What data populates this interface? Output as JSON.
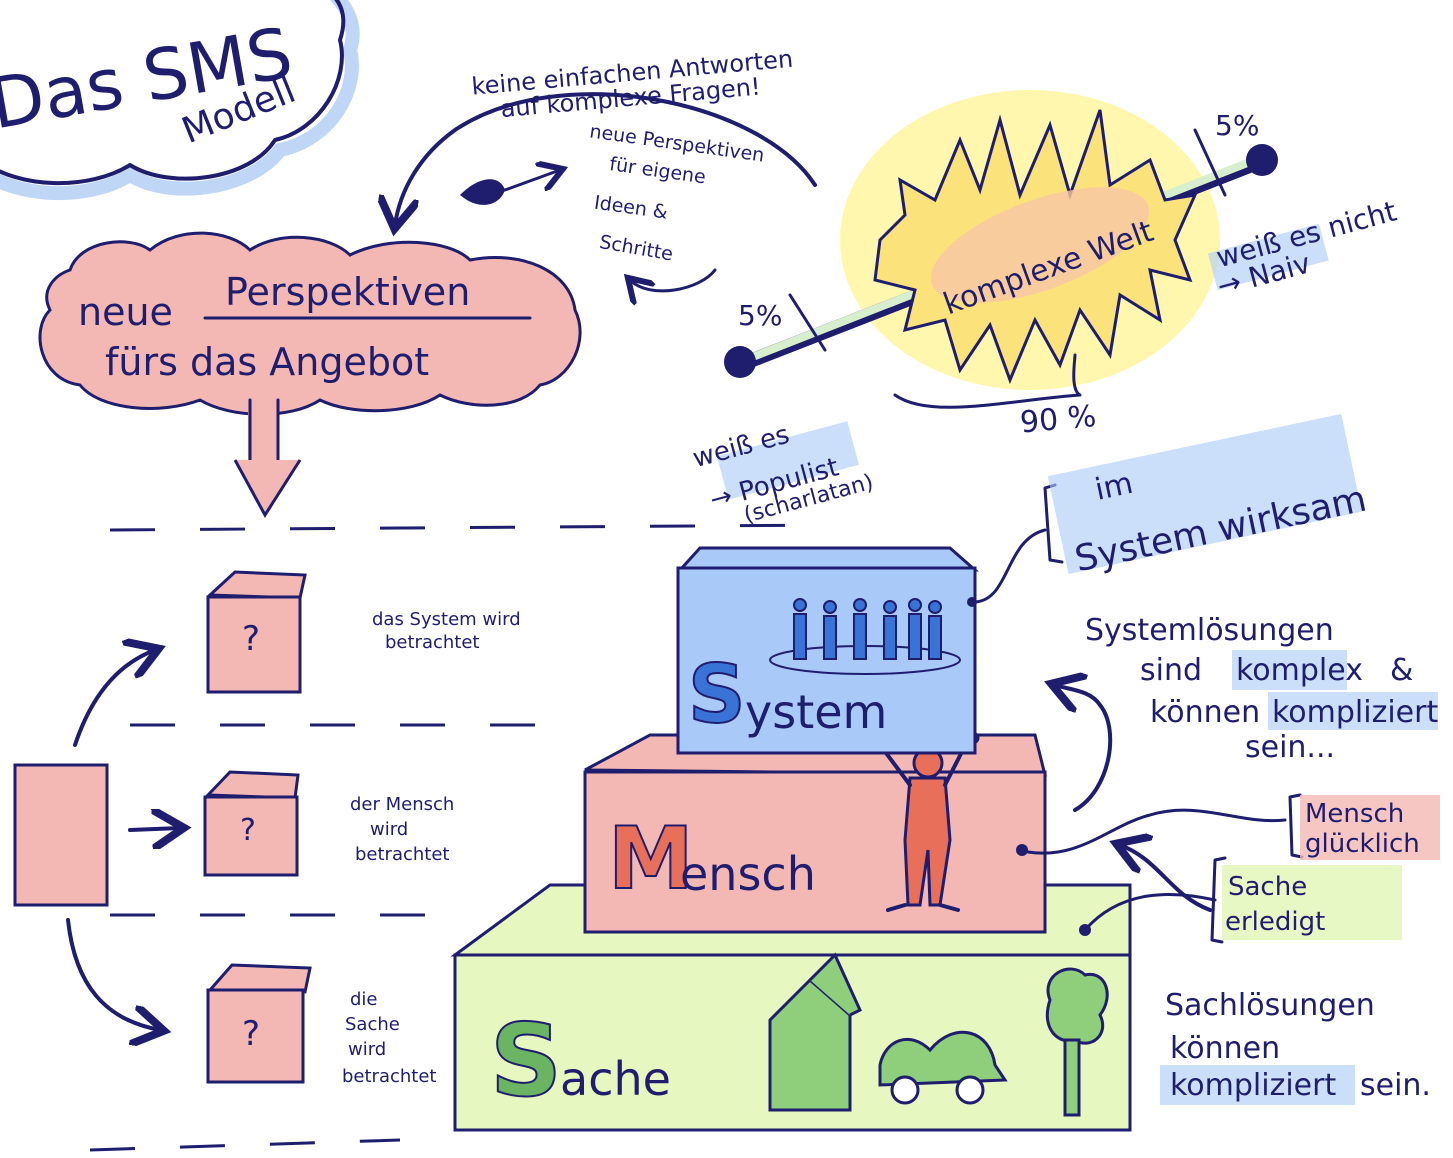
{
  "title": {
    "line1": "Das SMS",
    "line2": "Modell"
  },
  "top_note": {
    "line1": "keine einfachen Antworten",
    "line2": "auf komplexe Fragen!"
  },
  "eye_note": {
    "line1": "neue Perspektiven",
    "line2": "für eigene",
    "line3": "Ideen &",
    "line4": "Schritte"
  },
  "cloud": {
    "line1_prefix": "neue",
    "line1_word": "Perspektiven",
    "line2": "fürs das Angebot"
  },
  "world": {
    "label": "komplexe Welt",
    "pct_left": "5%",
    "pct_right": "5%",
    "pct_bottom": "90 %",
    "left_note": {
      "line1": "weiß es",
      "line2": "→ Populist",
      "line3": "(scharlatan)"
    },
    "right_note": {
      "line1": "weiß es nicht",
      "line2": "→ Naiv"
    }
  },
  "left_flow": {
    "box_glyph": "?",
    "items": [
      {
        "line1": "das System wird",
        "line2": "betrachtet"
      },
      {
        "line1": "der Mensch",
        "line2": "wird",
        "line3": "betrachtet"
      },
      {
        "line1": "die",
        "line2": "Sache",
        "line3": "wird",
        "line4": "betrachtet"
      }
    ]
  },
  "stack": {
    "system_initial": "S",
    "system_rest": "ystem",
    "mensch_initial": "M",
    "mensch_rest": "ensch",
    "sache_initial": "S",
    "sache_rest": "ache"
  },
  "right_notes": {
    "system_bracket": {
      "line1": "im",
      "line2": "System wirksam"
    },
    "system_solutions": {
      "line1": "Systemlösungen",
      "line2_a": "sind",
      "line2_b": "komplex",
      "line2_c": "&",
      "line3_a": "können",
      "line3_b": "kompliziert",
      "line4": "sein..."
    },
    "mensch_bracket": {
      "line1": "Mensch",
      "line2": "glücklich"
    },
    "sache_bracket": {
      "line1": "Sache",
      "line2": "erledigt"
    },
    "sache_solutions": {
      "line1": "Sachlösungen",
      "line2": "können",
      "line3_a": "kompliziert",
      "line3_b": "sein."
    }
  },
  "colors": {
    "ink": "#1f1d6e",
    "pink": "#f4b8b4",
    "pink_dark": "#e08a86",
    "blue": "#a9c9f8",
    "blue_dark": "#3a73d6",
    "green": "#e6f7bf",
    "green_dark": "#5aa54a",
    "yellow": "#fff59a",
    "red": "#e8705a"
  }
}
